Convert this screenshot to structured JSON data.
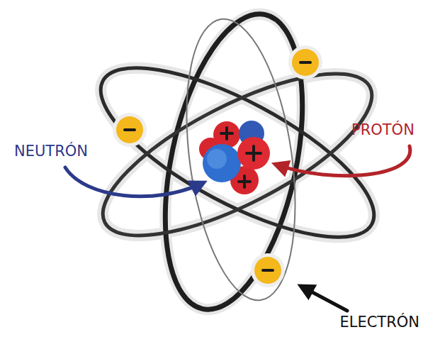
{
  "diagram": {
    "labels": [
      "NEUTRÓN",
      "PROTÓN",
      "ELECTRÓN"
    ]
  }
}
